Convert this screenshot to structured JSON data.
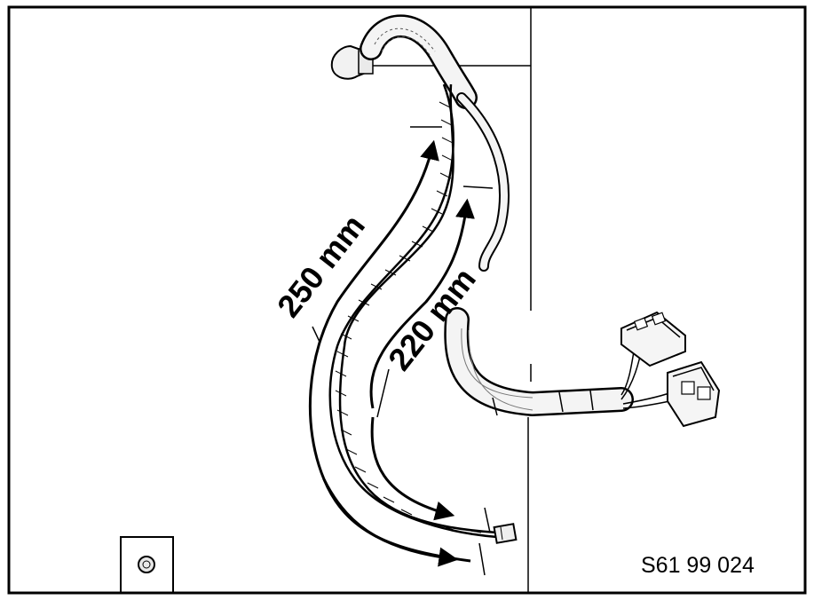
{
  "diagram": {
    "dimension_long": "250 mm",
    "dimension_short": "220 mm",
    "reference_code": "S61 99 024"
  },
  "colors": {
    "line": "#000000",
    "background": "#ffffff",
    "cable_fill": "#f4f4f4"
  }
}
